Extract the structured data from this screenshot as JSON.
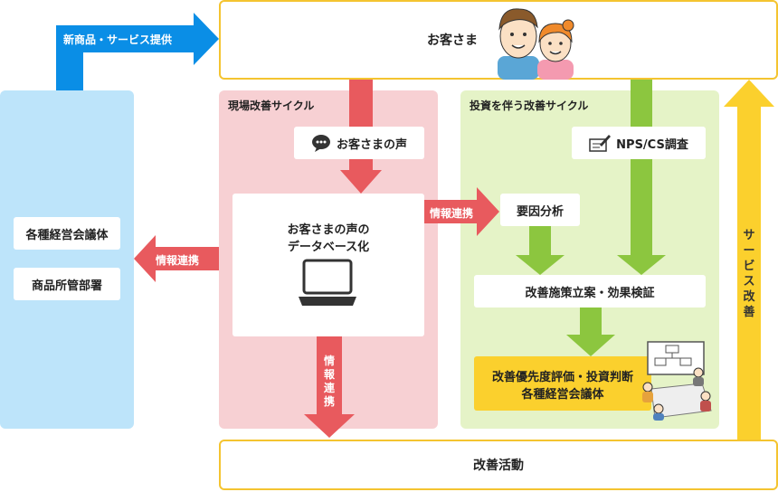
{
  "customers": {
    "label": "お客さま"
  },
  "new_products_arrow": {
    "label": "新商品・サービス提供"
  },
  "left_panel": {
    "item1": "各種経営会議体",
    "item2": "商品所管部署"
  },
  "left_arrow": {
    "label": "情報連携"
  },
  "field_cycle": {
    "title": "現場改善サイクル",
    "voice_box": "お客さまの声",
    "database_box_line1": "お客さまの声の",
    "database_box_line2": "データベース化",
    "down_arrow_label": [
      "情",
      "報",
      "連",
      "携"
    ]
  },
  "middle_arrow": {
    "label": "情報連携"
  },
  "investment_cycle": {
    "title": "投資を伴う改善サイクル",
    "survey_box": "NPS/CS調査",
    "analysis_box": "要因分析",
    "measures_box": "改善施策立案・効果検証",
    "priority_line1": "改善優先度評価・投資判断",
    "priority_line2": "各種経営会議体"
  },
  "service_arrow": {
    "label": [
      "サ",
      "ー",
      "ビ",
      "ス",
      "改",
      "善"
    ]
  },
  "improvement": {
    "label": "改善活動"
  },
  "colors": {
    "blue_panel": "#bde4fa",
    "blue_arrow": "#0a8ee6",
    "pink_panel": "#f7d0d3",
    "red_arrow": "#e85a5e",
    "green_panel": "#e5f3c7",
    "green_arrow": "#8cc63f",
    "yellow": "#fbd02d",
    "yellow_border": "#f4c430"
  }
}
